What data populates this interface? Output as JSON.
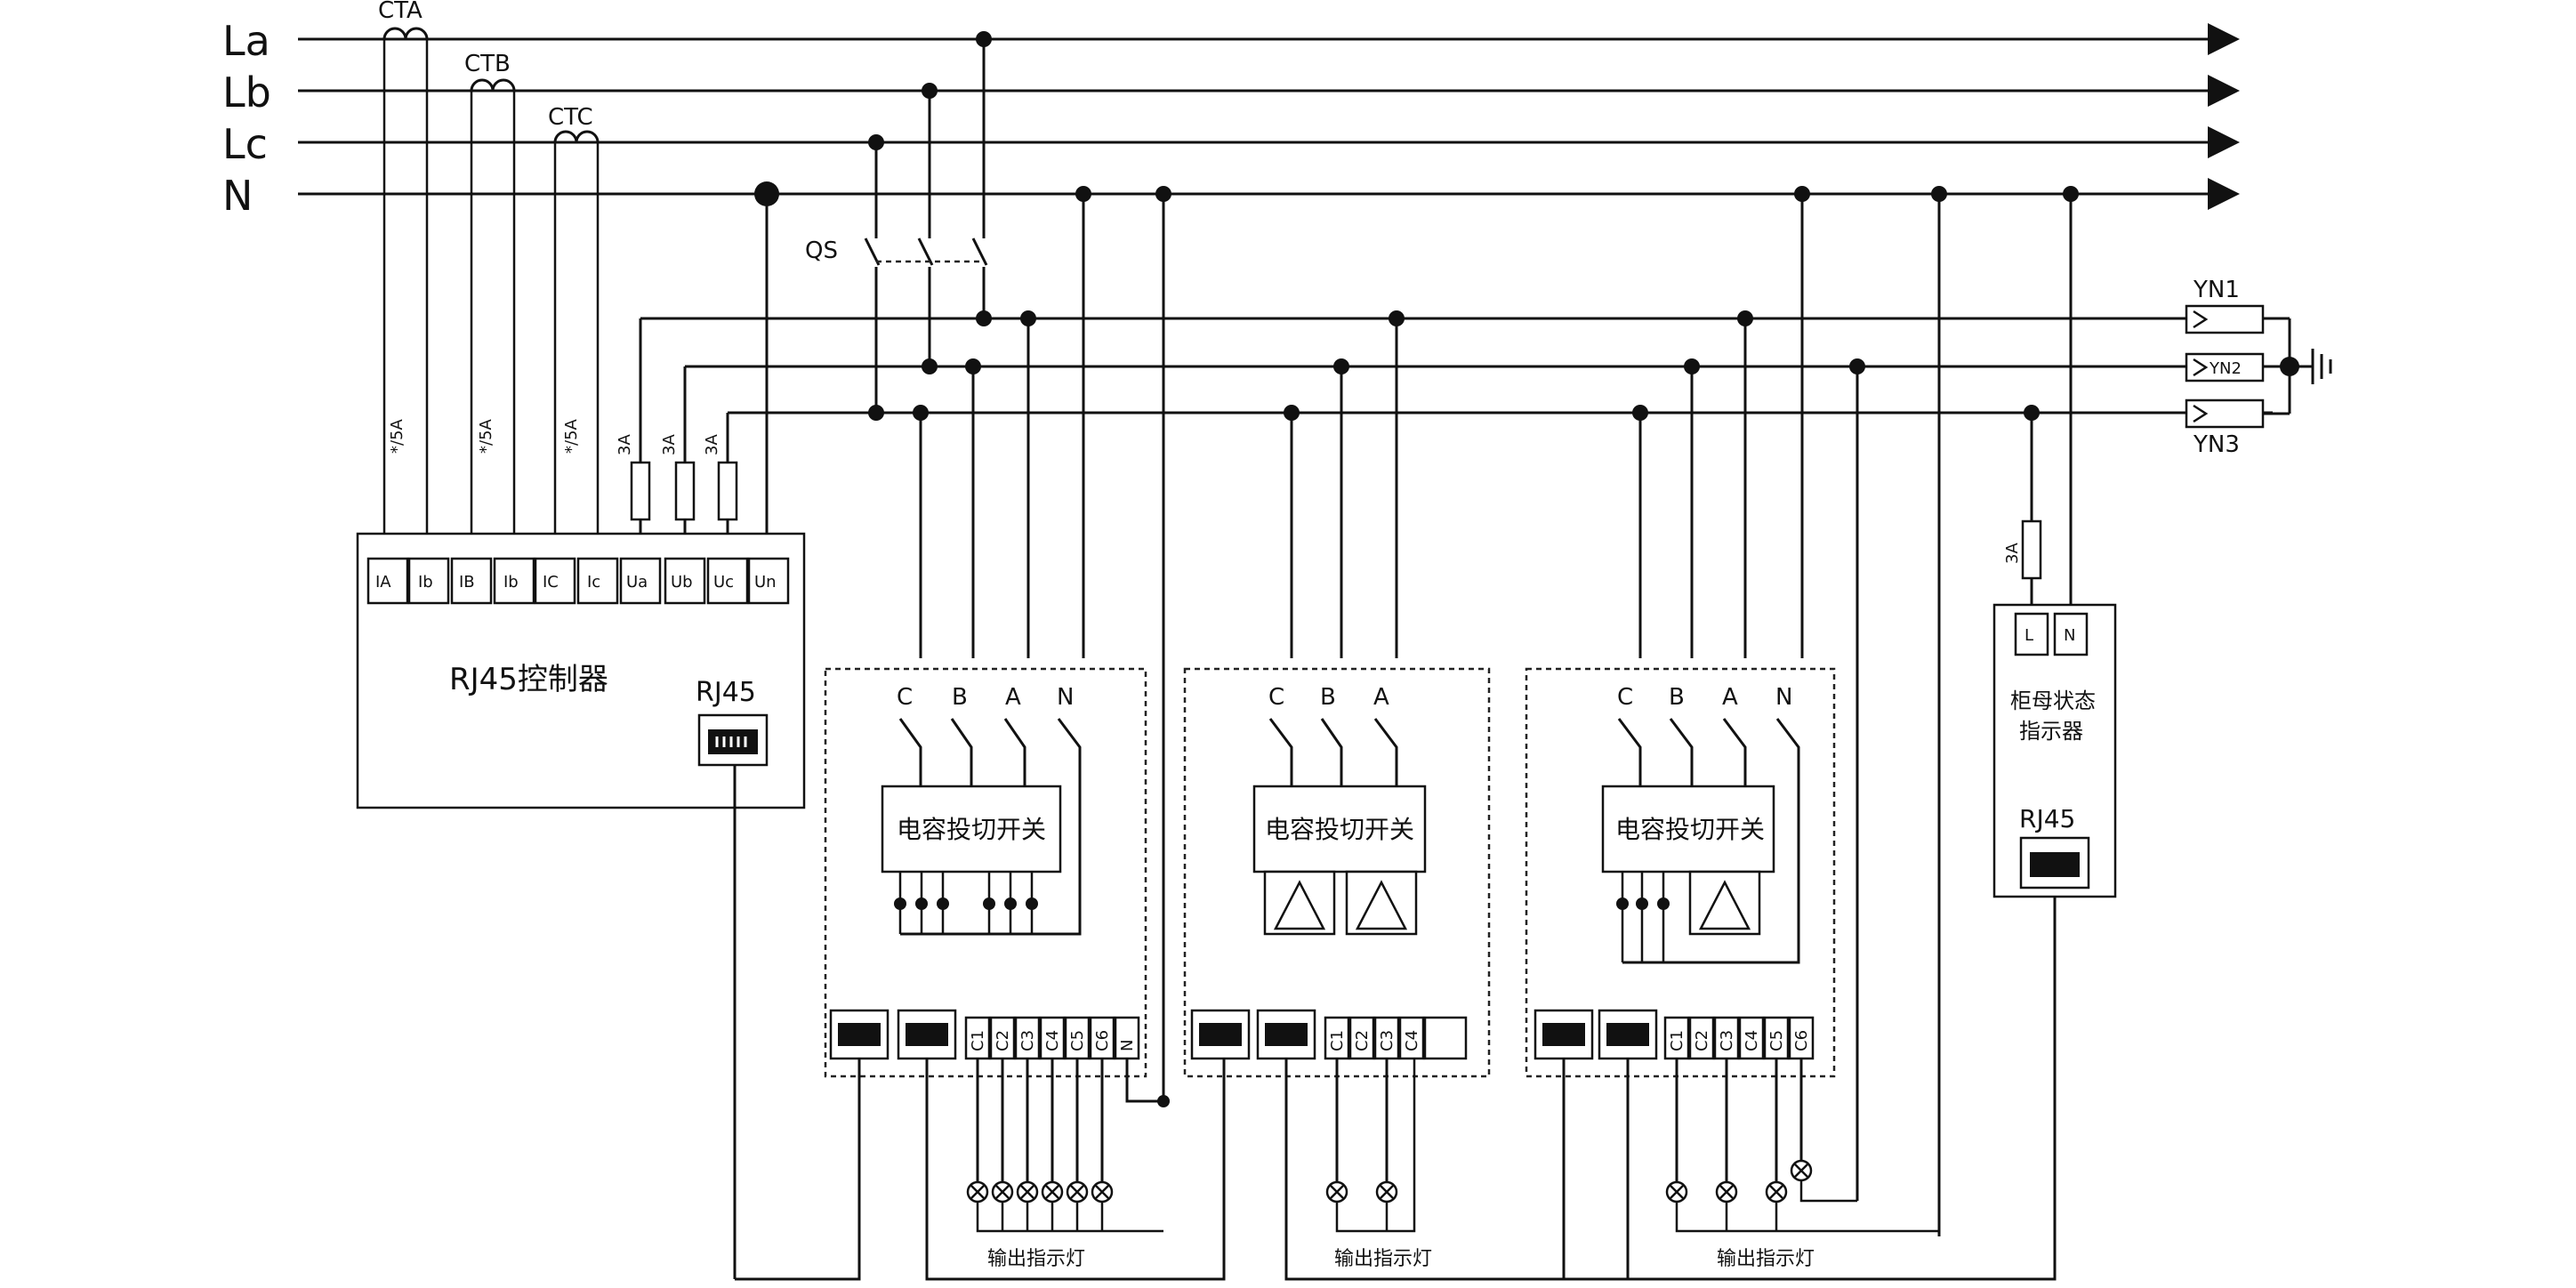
{
  "buses": [
    {
      "name": "La"
    },
    {
      "name": "Lb"
    },
    {
      "name": "Lc"
    },
    {
      "name": "N"
    }
  ],
  "current_transformers": [
    {
      "label": "CTA",
      "ratio": "*/5A"
    },
    {
      "label": "CTB",
      "ratio": "*/5A"
    },
    {
      "label": "CTC",
      "ratio": "*/5A"
    }
  ],
  "isolator_label": "QS",
  "voltage_fuse_rating": "3A",
  "controller": {
    "title": "RJ45控制器",
    "port_label": "RJ45",
    "terminals": [
      "IA",
      "Ib",
      "IB",
      "Ib",
      "IC",
      "Ic",
      "Ua",
      "Ub",
      "Uc",
      "Un"
    ]
  },
  "switch_modules": [
    {
      "inputs": [
        "C",
        "B",
        "A",
        "N"
      ],
      "switch_label": "电容投切开关",
      "terminals": [
        "C1",
        "C2",
        "C3",
        "C4",
        "C5",
        "C6",
        "N"
      ],
      "lamps_label": "输出指示灯"
    },
    {
      "inputs": [
        "C",
        "B",
        "A"
      ],
      "switch_label": "电容投切开关",
      "terminals": [
        "C1",
        "C2",
        "C3",
        "C4"
      ],
      "lamps_label": "输出指示灯"
    },
    {
      "inputs": [
        "C",
        "B",
        "A",
        "N"
      ],
      "switch_label": "电容投切开关",
      "terminals": [
        "C1",
        "C2",
        "C3",
        "C4",
        "C5",
        "C6"
      ],
      "lamps_label": "输出指示灯"
    }
  ],
  "status_indicator": {
    "terminals": [
      "L",
      "N"
    ],
    "title_line1": "柜母状态",
    "title_line2": "指示器",
    "port_label": "RJ45",
    "fuse_rating": "3A"
  },
  "arresters": [
    {
      "label": "YN1"
    },
    {
      "label": "YN2"
    },
    {
      "label": "YN3"
    }
  ]
}
